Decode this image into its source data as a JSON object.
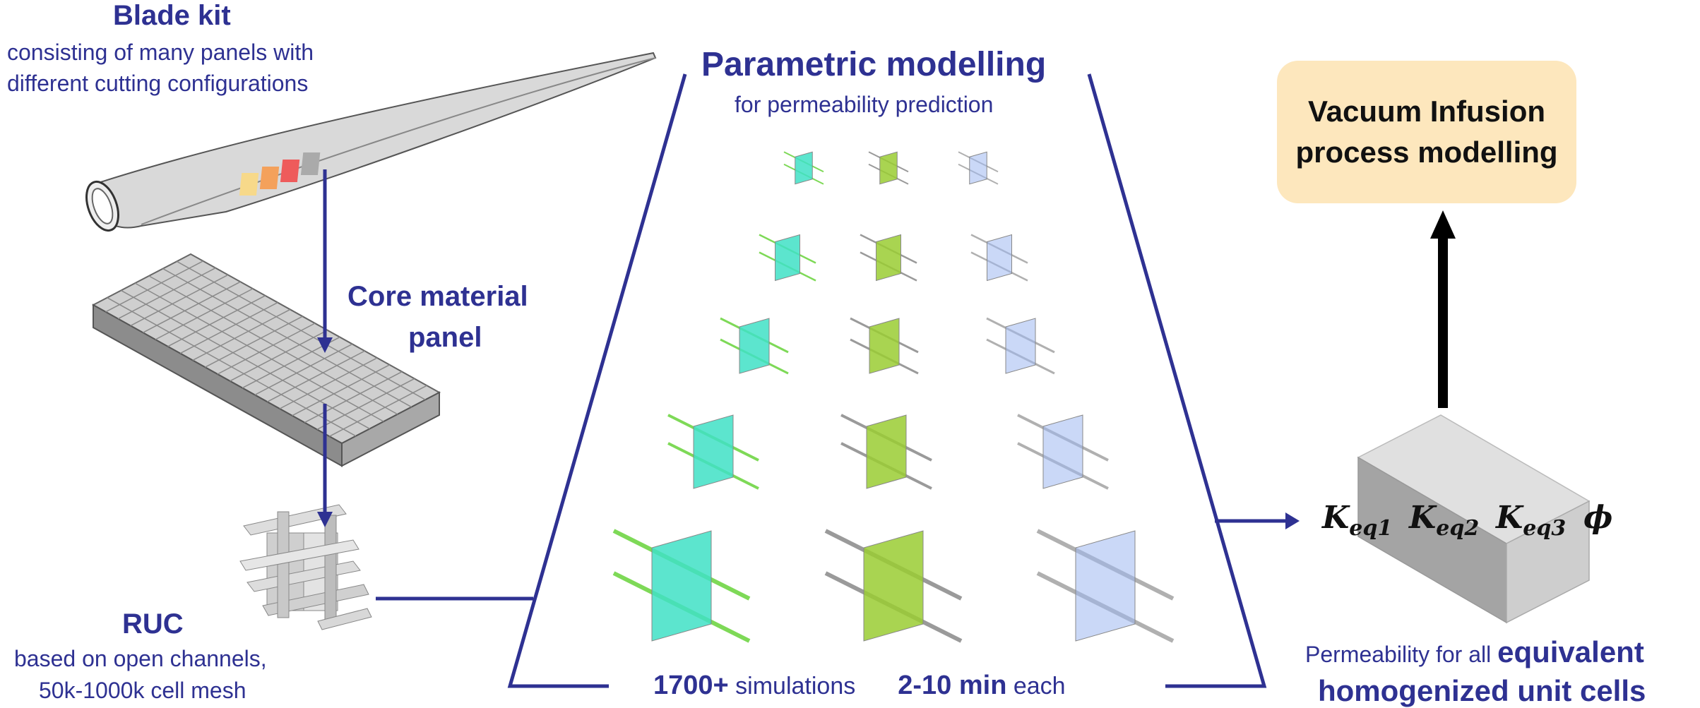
{
  "blade": {
    "title": "Blade kit",
    "subtitle_line1": "consisting of many panels with",
    "subtitle_line2": "different cutting configurations"
  },
  "core": {
    "title_line1": "Core material",
    "title_line2": "panel"
  },
  "ruc": {
    "title": "RUC",
    "subtitle_line1": "based on open channels,",
    "subtitle_line2": "50k-1000k cell mesh"
  },
  "parametric": {
    "title": "Parametric modelling",
    "subtitle": "for permeability prediction",
    "sim_count": "1700+",
    "sim_label": " simulations",
    "time_range": "2-10 min",
    "time_label": " each"
  },
  "vacuum": {
    "line1": "Vacuum Infusion",
    "line2": "process modelling"
  },
  "permeability": {
    "line1_prefix": "Permeability for all ",
    "line1_bold": "equivalent",
    "line2": "homogenized unit cells"
  },
  "equation": {
    "k_symbol": "K",
    "k1_sub": "eq1",
    "k2_sub": "eq2",
    "k3_sub": "eq3",
    "phi": "ϕ"
  },
  "colors": {
    "accent": "#2e3192",
    "cyan_panel": "#3fe0c5",
    "green_panel": "#9acd32",
    "blue_panel": "#9fb8f0",
    "vacuum_box": "#fde7bd",
    "blade_grey": "#d9d9d9"
  }
}
